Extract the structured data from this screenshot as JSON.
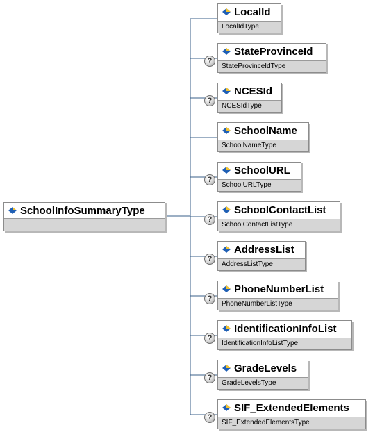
{
  "root": {
    "name": "SchoolInfoSummaryType",
    "icon": "complex-type-icon"
  },
  "elements": [
    {
      "name": "LocalId",
      "type": "LocalIdType",
      "optional": false
    },
    {
      "name": "StateProvinceId",
      "type": "StateProvinceIdType",
      "optional": true
    },
    {
      "name": "NCESId",
      "type": "NCESIdType",
      "optional": true
    },
    {
      "name": "SchoolName",
      "type": "SchoolNameType",
      "optional": false
    },
    {
      "name": "SchoolURL",
      "type": "SchoolURLType",
      "optional": true
    },
    {
      "name": "SchoolContactList",
      "type": "SchoolContactListType",
      "optional": true
    },
    {
      "name": "AddressList",
      "type": "AddressListType",
      "optional": true
    },
    {
      "name": "PhoneNumberList",
      "type": "PhoneNumberListType",
      "optional": true
    },
    {
      "name": "IdentificationInfoList",
      "type": "IdentificationInfoListType",
      "optional": true
    },
    {
      "name": "GradeLevels",
      "type": "GradeLevelsType",
      "optional": true
    },
    {
      "name": "SIF_ExtendedElements",
      "type": "SIF_ExtendedElementsType",
      "optional": true
    }
  ],
  "optional_marker": "?",
  "colors": {
    "line": "#3a5f8a",
    "box_border": "#8c8c8c",
    "type_bar": "#d6d6d6"
  }
}
